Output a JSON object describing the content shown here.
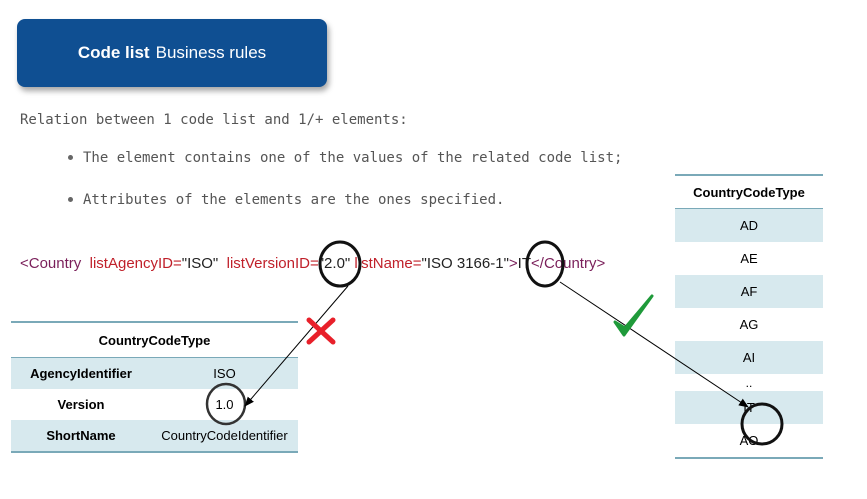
{
  "title": {
    "bold": "Code list",
    "rest": "Business rules"
  },
  "intro": "Relation between 1 code list and 1/+ elements:",
  "bullets": [
    "The element contains one of the values of the related code list;",
    "Attributes of the elements are the ones specified."
  ],
  "xml": {
    "open_tag": "<Country",
    "attr1": "listAgencyID=",
    "val1": "\"ISO\"",
    "attr2": "listVersionID=",
    "val2": "\"2.0\"",
    "attr3": "listName=",
    "val3": "\"ISO  3166-1\"",
    "gt": ">",
    "content": "IT",
    "close_tag": "</Country>"
  },
  "left_table": {
    "header": "CountryCodeType",
    "rows": [
      {
        "key": "AgencyIdentifier",
        "value": "ISO"
      },
      {
        "key": "Version",
        "value": "1.0"
      },
      {
        "key": "ShortName",
        "value": "CountryCodeIdentifier"
      }
    ]
  },
  "right_table": {
    "header": "CountryCodeType",
    "codes": [
      "AD",
      "AE",
      "AF",
      "AG",
      "AI",
      "..",
      "IT",
      "AO"
    ]
  },
  "colors": {
    "title_bg": "#0f4f92",
    "cross": "#e8202a",
    "check": "#1f9a3a",
    "row_shade": "#d7e9ee"
  },
  "icons": {
    "mismatch": "cross-icon",
    "match": "checkmark-icon"
  }
}
